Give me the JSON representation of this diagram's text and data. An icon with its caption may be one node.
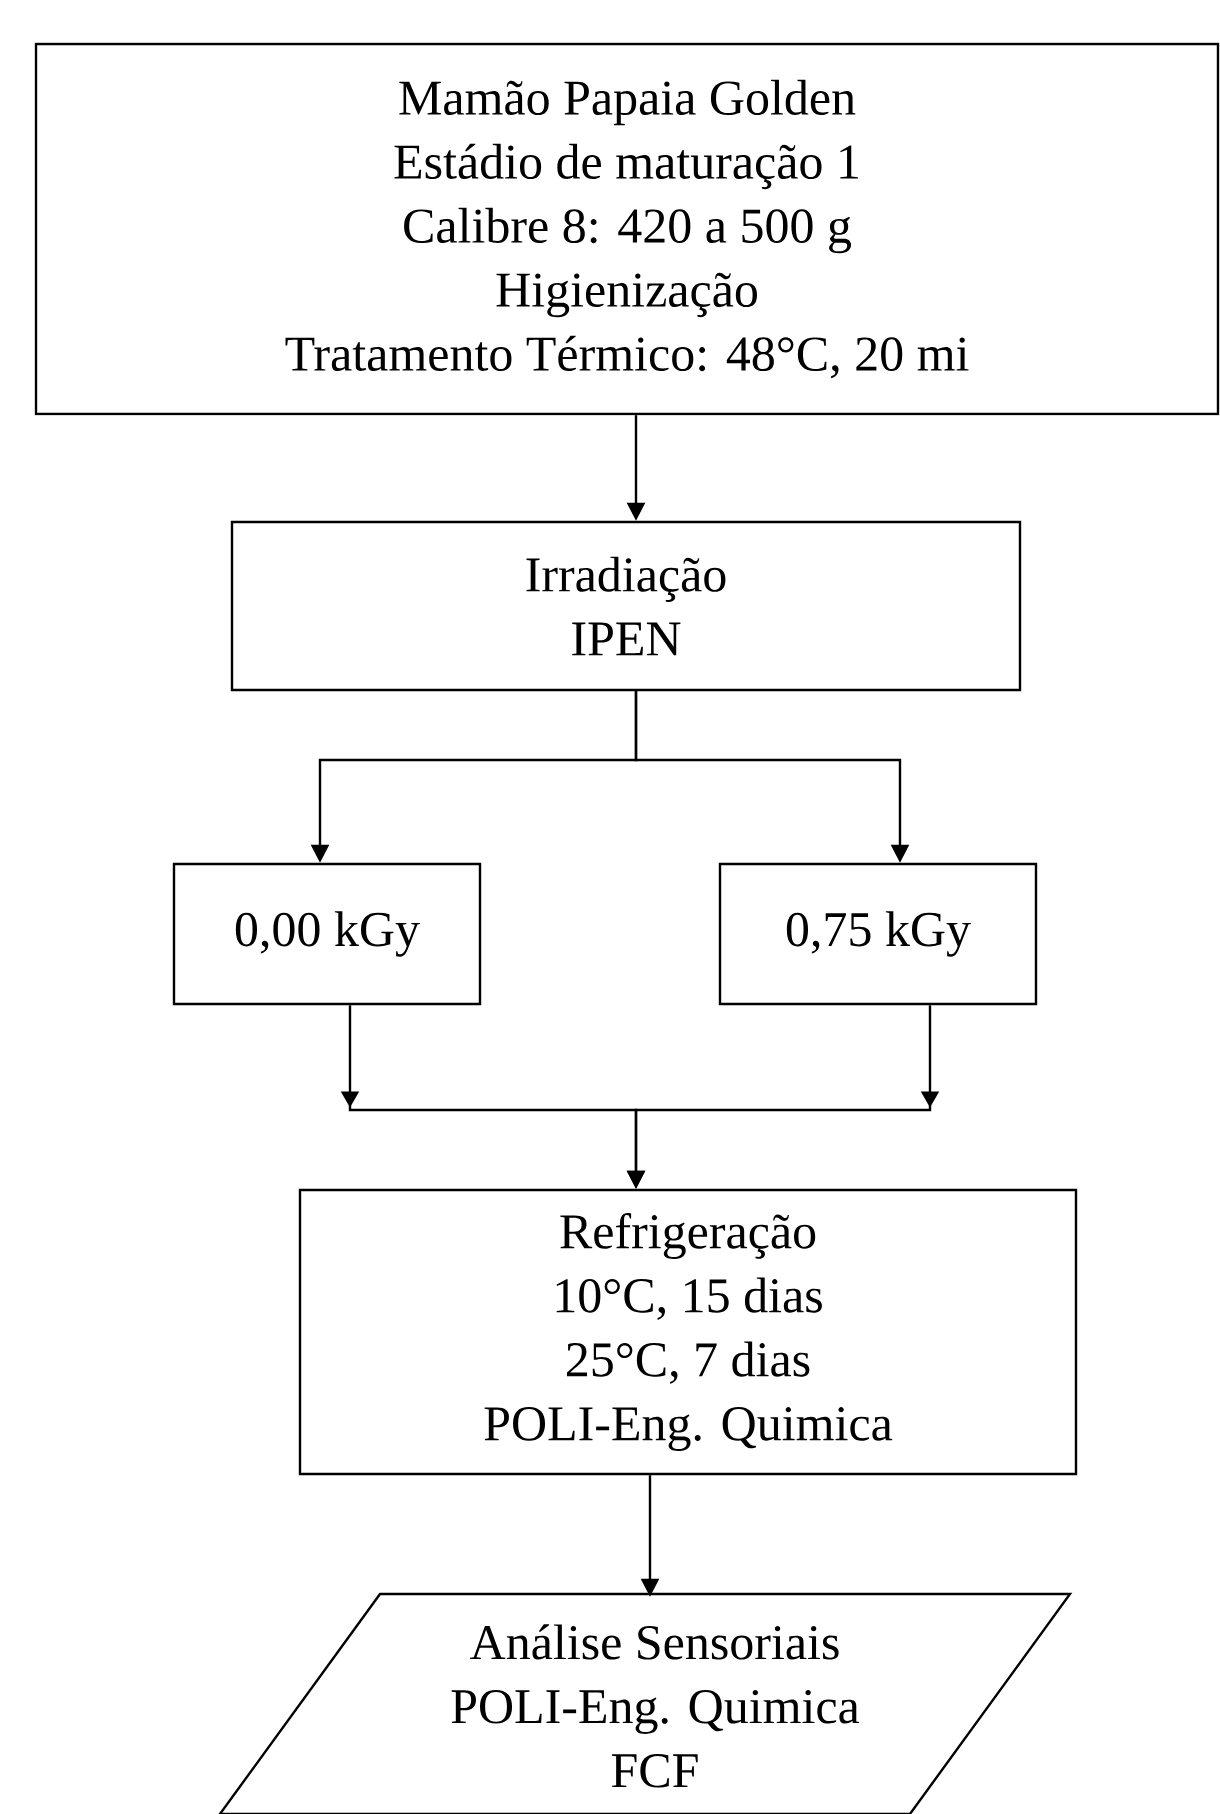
{
  "diagram": {
    "nodes": [
      {
        "text": [
          "Mamão Papaia Golden",
          "Estádio de maturação 1",
          "Calibre 8: 420 a 500 g",
          "Higienização",
          "Tratamento Térmico: 48°C, 20 mi"
        ]
      },
      {
        "text": [
          "Irradiação",
          "IPEN"
        ]
      },
      {
        "text": [
          "0,00 kGy"
        ]
      },
      {
        "text": [
          "0,75 kGy"
        ]
      },
      {
        "text": [
          "Refrigeração",
          "10°C, 15 dias",
          "25°C, 7 dias",
          "POLI-Eng. Quimica"
        ]
      },
      {
        "text": [
          "Análise Sensoriais",
          "POLI-Eng. Quimica",
          "FCF"
        ]
      }
    ],
    "edges": [
      {
        "from": 0,
        "to": 1,
        "arrow": "to"
      },
      {
        "from": 1,
        "to": 2,
        "arrow": "to"
      },
      {
        "from": 1,
        "to": 3,
        "arrow": "to"
      },
      {
        "from": 2,
        "to": 4,
        "arrow": "to"
      },
      {
        "from": 3,
        "to": 4,
        "arrow": "to"
      },
      {
        "from": 4,
        "to": 5,
        "arrow": "to"
      }
    ]
  }
}
